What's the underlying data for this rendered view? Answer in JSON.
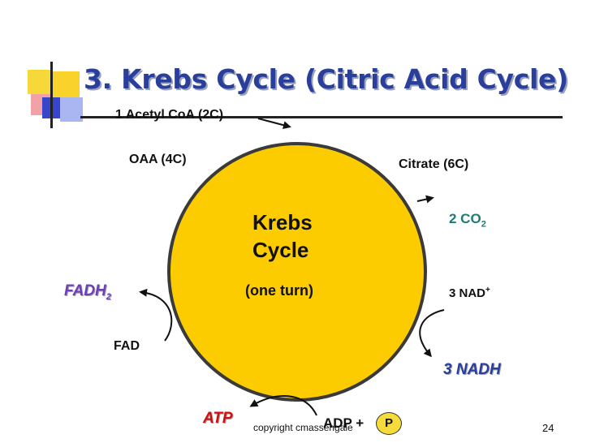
{
  "title": "3. Krebs Cycle (Citric Acid Cycle)",
  "labels": {
    "acetyl_coa": "1 Acetyl CoA (2C)",
    "oaa": "OAA (4C)",
    "citrate": "Citrate (6C)",
    "center_line1": "Krebs",
    "center_line2": "Cycle",
    "one_turn": "(one turn)",
    "co2_main": "2 CO",
    "co2_sub": "2",
    "nad": "3 NAD",
    "nad_sup": "+",
    "nadh": "3 NADH",
    "fadh_main": "FADH",
    "fadh_sub": "2",
    "fad": "FAD",
    "atp": "ATP",
    "adp": "ADP +",
    "p": "P"
  },
  "footer": {
    "copyright": "copyright cmassengale",
    "page_number": "24"
  },
  "colors": {
    "circle_fill": "#fccc00",
    "title": "#2a3f9c",
    "co2": "#1e7b72",
    "nadh": "#2a3f9c",
    "fadh": "#6f3fb8",
    "atp": "#cc1111"
  }
}
